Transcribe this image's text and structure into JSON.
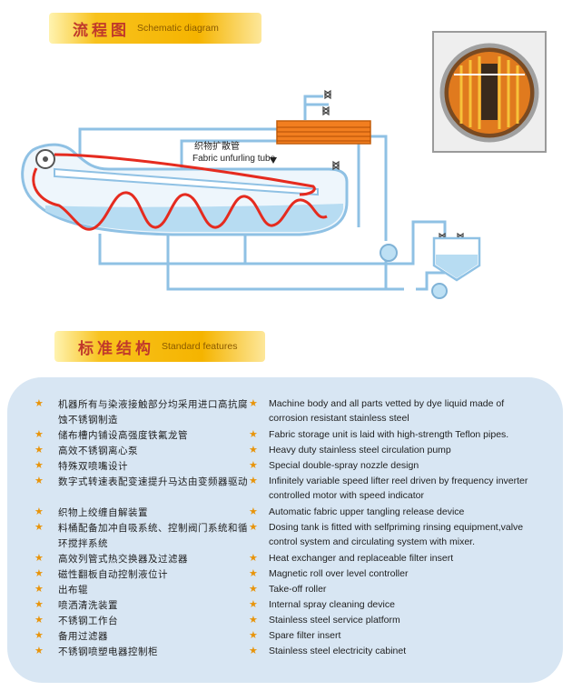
{
  "sections": {
    "schematic": {
      "zh": "流程图",
      "en": "Schematic diagram"
    },
    "features": {
      "zh": "标准结构",
      "en": "Standard features"
    }
  },
  "diagram": {
    "tube_label_zh": "织物扩散管",
    "tube_label_en": "Fabric unfurling tube"
  },
  "colors": {
    "pipe": "#8fc1e4",
    "vessel_fill": "#eef6fc",
    "fabric": "#e52b1f",
    "heat_exchanger": "#f27e1f",
    "liquid": "#b7dcf2",
    "banner": "#f5b400",
    "panel": "#d8e6f3",
    "star": "#e8940a"
  },
  "features": [
    {
      "zh": "机器所有与染液接触部分均采用进口高抗腐蚀不锈钢制造",
      "en": "Machine body and all parts vetted by dye liquid made of corrosion resistant stainless steel"
    },
    {
      "zh": "储布槽内铺设高强度铁氟龙管",
      "en": "Fabric storage unit is laid with high-strength Teflon pipes."
    },
    {
      "zh": "高效不锈钢离心泵",
      "en": "Heavy duty stainless steel circulation pump"
    },
    {
      "zh": "特殊双喷嘴设计",
      "en": "Special double-spray nozzle design"
    },
    {
      "zh": "数字式转速表配变速提升马达由变频器驱动",
      "en": "Infinitely variable speed lifter reel driven by frequency inverter controlled motor with speed indicator"
    },
    {
      "zh": "织物上绞缠自解装置",
      "en": "Automatic fabric upper tangling release device"
    },
    {
      "zh": "料桶配备加冲自吸系统、控制阀门系统和循环搅拌系统",
      "en": "Dosing tank is fitted with selfpriming rinsing equipment,valve control system and circulating system with mixer."
    },
    {
      "zh": "高效列管式热交换器及过滤器",
      "en": "Heat exchanger and replaceable filter insert"
    },
    {
      "zh": "磁性翻板自动控制液位计",
      "en": "Magnetic roll over level controller"
    },
    {
      "zh": "出布辊",
      "en": "Take-off roller"
    },
    {
      "zh": "喷洒清洗装置",
      "en": "Internal spray cleaning device"
    },
    {
      "zh": "不锈钢工作台",
      "en": "Stainless steel service platform"
    },
    {
      "zh": "备用过滤器",
      "en": "Spare filter insert"
    },
    {
      "zh": "不锈钢喷塑电器控制柜",
      "en": "Stainless steel electricity cabinet"
    }
  ]
}
